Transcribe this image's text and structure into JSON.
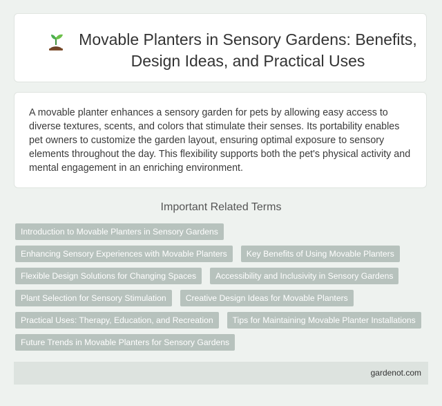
{
  "header": {
    "icon": "sprout-icon",
    "title": "Movable Planters in Sensory Gardens: Benefits, Design Ideas, and Practical Uses"
  },
  "summary": {
    "text": "A movable planter enhances a sensory garden for pets by allowing easy access to diverse textures, scents, and colors that stimulate their senses. Its portability enables pet owners to customize the garden layout, ensuring optimal exposure to sensory elements throughout the day. This flexibility supports both the pet's physical activity and mental engagement in an enriching environment."
  },
  "related": {
    "heading": "Important Related Terms",
    "rows": [
      [
        "Introduction to Movable Planters in Sensory Gardens"
      ],
      [
        "Enhancing Sensory Experiences with Movable Planters",
        "Key Benefits of Using Movable Planters"
      ],
      [
        "Flexible Design Solutions for Changing Spaces",
        "Accessibility and Inclusivity in Sensory Gardens"
      ],
      [
        "Plant Selection for Sensory Stimulation",
        "Creative Design Ideas for Movable Planters"
      ],
      [
        "Practical Uses: Therapy, Education, and Recreation",
        "Tips for Maintaining Movable Planter Installations"
      ],
      [
        "Future Trends in Movable Planters for Sensory Gardens"
      ]
    ]
  },
  "footer": {
    "site": "gardenot.com"
  },
  "colors": {
    "tag_bg": "#b7c2bd",
    "page_bg": "#eef2ef",
    "footer_bg": "#dde3df"
  }
}
